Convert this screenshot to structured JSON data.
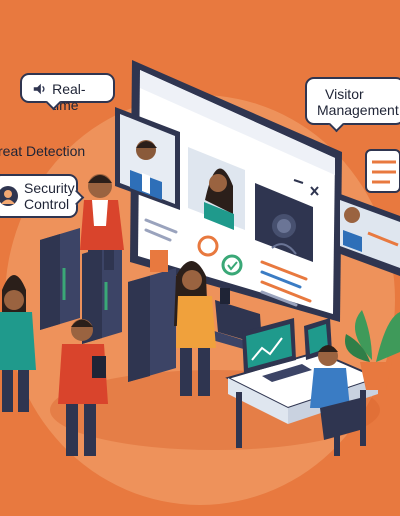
{
  "labels": {
    "realtime": "Real-time",
    "visitor_line1": "Visitor",
    "visitor_line2": "Management",
    "threat_detection": "reat Detection",
    "security_line1": "Security",
    "security_line2": "Control"
  },
  "icons": {
    "realtime": "speaker-alert-icon",
    "security": "avatar-icon"
  },
  "colors": {
    "background": "#e8793f",
    "halo": "#f2a872",
    "outline": "#2f3550",
    "monitor_frame": "#2f3550",
    "screen": "#ffffff",
    "accent_orange": "#e8793f",
    "accent_green": "#3aa877",
    "accent_blue": "#3a7cc4",
    "teal": "#1f9a8c",
    "plant": "#3f9a5a"
  }
}
